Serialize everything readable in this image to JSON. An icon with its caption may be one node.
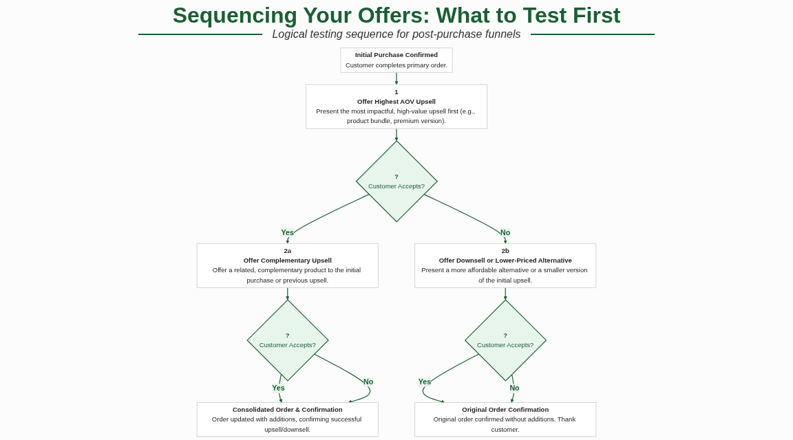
{
  "diagram": {
    "title": "Sequencing Your Offers: What to Test First",
    "caption": "Logical testing sequence for post-purchase funnels",
    "nodes": [
      {
        "text": [
          "Initial Purchase Confirmed",
          "Customer completes primary order."
        ]
      },
      {
        "text": [
          "1",
          "Offer Highest AOV Upsell",
          "Present the most impactful, high-value upsell first (e.g., product bundle, premium version)."
        ]
      },
      {
        "text": [
          "?",
          "Customer Accepts?"
        ]
      },
      {
        "text": [
          "2a",
          "Offer Complementary Upsell",
          "Offer a related, complementary product to the initial purchase or previous upsell."
        ]
      },
      {
        "text": [
          "2b",
          "Offer Downsell or Lower-Priced Alternative",
          "Present a more affordable alternative or a smaller version of the initial upsell."
        ]
      },
      {
        "text": [
          "?",
          "Customer Accepts?"
        ]
      },
      {
        "text": [
          "?",
          "Customer Accepts?"
        ]
      },
      {
        "text": [
          "Consolidated Order & Confirmation",
          "Order updated with additions, confirming successful upsell/downsell."
        ]
      },
      {
        "text": [
          "Original Order Confirmation",
          "Original order confirmed without additions. Thank customer."
        ]
      }
    ],
    "edges": [
      {
        "from": 0,
        "to": 1,
        "arrow": "to"
      },
      {
        "from": 1,
        "to": 2,
        "arrow": "to"
      },
      {
        "from": 2,
        "to": 3,
        "arrow": "to",
        "label": "Yes"
      },
      {
        "from": 2,
        "to": 4,
        "arrow": "to",
        "label": "No"
      },
      {
        "from": 3,
        "to": 5,
        "arrow": "to"
      },
      {
        "from": 4,
        "to": 6,
        "arrow": "to"
      },
      {
        "from": 5,
        "to": 7,
        "arrow": "to",
        "label": "Yes"
      },
      {
        "from": 5,
        "to": 7,
        "arrow": "to",
        "label": "No"
      },
      {
        "from": 6,
        "to": 8,
        "arrow": "to",
        "label": "Yes"
      },
      {
        "from": 6,
        "to": 8,
        "arrow": "to",
        "label": "No"
      }
    ]
  }
}
